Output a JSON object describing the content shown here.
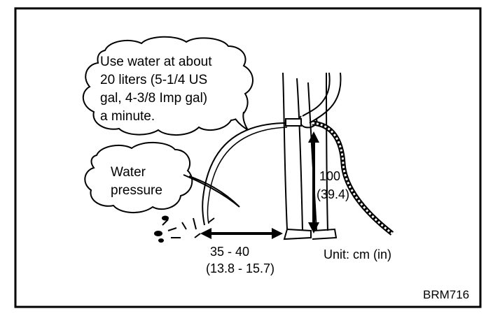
{
  "callouts": {
    "water_amount": [
      "Use water at about",
      "20 liters (5-1/4 US",
      "gal, 4-3/8 Imp gal)",
      "a minute."
    ],
    "water_pressure": [
      "Water",
      "pressure"
    ]
  },
  "dimensions": {
    "distance": {
      "value": "35 - 40",
      "imperial": "(13.8 - 15.7)"
    },
    "height": {
      "value": "100",
      "imperial": "(39.4)"
    },
    "unit": "Unit: cm (in)"
  },
  "figure_code": "BRM716"
}
